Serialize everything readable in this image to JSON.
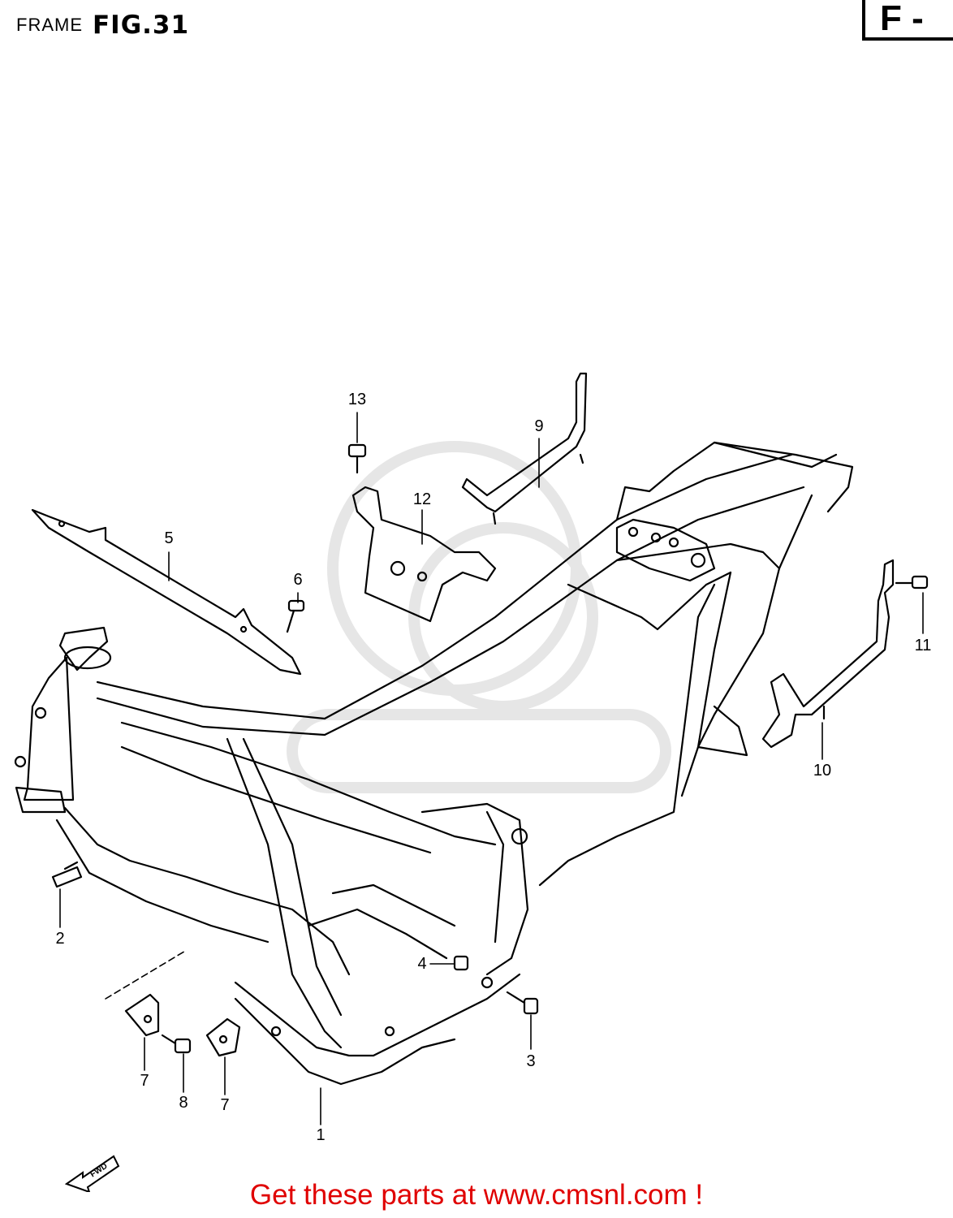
{
  "header": {
    "section_label": "FRAME",
    "figure_label": "FIG.31",
    "badge": "F -"
  },
  "callouts": {
    "c1": "1",
    "c2": "2",
    "c3": "3",
    "c4": "4",
    "c5": "5",
    "c6": "6",
    "c7a": "7",
    "c7b": "7",
    "c8": "8",
    "c9": "9",
    "c10": "10",
    "c11": "11",
    "c12": "12",
    "c13": "13"
  },
  "fwd_label": "FWD",
  "footer": {
    "cta": "Get these parts at www.cmsnl.com !"
  },
  "colors": {
    "line": "#000000",
    "cta": "#e00000",
    "watermark": "#e6e6e6"
  }
}
